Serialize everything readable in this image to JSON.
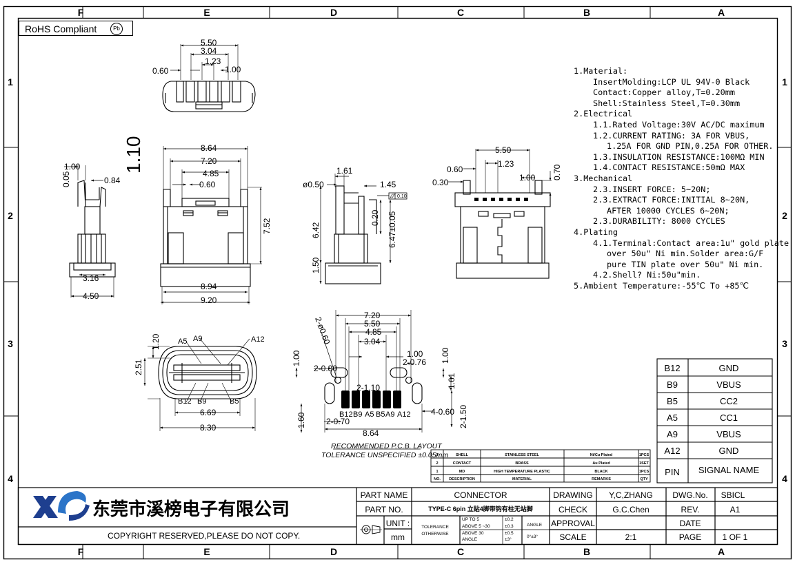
{
  "border": {
    "top_cols": [
      "F",
      "E",
      "D",
      "C",
      "B",
      "A"
    ],
    "side_rows": [
      "1",
      "2",
      "3",
      "4"
    ]
  },
  "rohs": {
    "label": "RoHS Compliant",
    "pb_symbol": "Pb"
  },
  "top_view": {
    "dims": [
      "5.50",
      "3.04",
      "1.23",
      "0.60",
      "1.00"
    ]
  },
  "side_view": {
    "dims": [
      "1.00",
      "0.05",
      "0.84",
      "1.10",
      "4.50",
      "3.16"
    ]
  },
  "front_view": {
    "dims": [
      "8.64",
      "7.20",
      "4.85",
      "0.60",
      "7.52",
      "8.94",
      "9.20"
    ]
  },
  "section_view": {
    "dims": [
      "1.61",
      "ø0.50",
      "1.45",
      "0.10",
      "6.42",
      "0.20",
      "6.47±0.05",
      "1.50"
    ]
  },
  "rear_view": {
    "dims": [
      "5.50",
      "1.23",
      "0.60",
      "0.30",
      "1.00",
      "0.70"
    ]
  },
  "bottom_view": {
    "dims": [
      "1.20",
      "2.51",
      "6.69",
      "8.30"
    ],
    "pins": [
      "A5",
      "A9",
      "A12",
      "B12",
      "B9",
      "B5"
    ]
  },
  "pcb": {
    "dims": [
      "7.20",
      "5.50",
      "4.85",
      "3.04",
      "1.00",
      "2-0.76",
      "1.00",
      "2-0.80",
      "1.00",
      "2-1.10",
      "1.61",
      "2-ø0.60",
      "1.60",
      "2-0.70",
      "8.64",
      "4-0.60",
      "2-1.50"
    ],
    "pin_labels": [
      "B12",
      "B9",
      "A5",
      "B5",
      "A9",
      "A12"
    ],
    "caption": "RECOMMENDED   P.C.B. LAYOUT",
    "tolerance": "TOLERANCE  UNSPECIFIED ±0.05mm"
  },
  "notes": [
    {
      "level": 0,
      "text": "1.Material:"
    },
    {
      "level": 1,
      "text": "InsertMolding:LCP UL 94V-0 Black"
    },
    {
      "level": 1,
      "text": "Contact:Copper alloy,T=0.20mm"
    },
    {
      "level": 1,
      "text": "Shell:Stainless Steel,T=0.30mm"
    },
    {
      "level": 0,
      "text": "2.Electrical"
    },
    {
      "level": 1,
      "text": "1.1.Rated Voltage:30V AC/DC maximum"
    },
    {
      "level": 1,
      "text": "1.2.CURRENT RATING: 3A FOR VBUS,"
    },
    {
      "level": 2,
      "text": "1.25A FOR GND PIN,0.25A FOR OTHER."
    },
    {
      "level": 1,
      "text": "1.3.INSULATION RESISTANCE:100MΩ MIN"
    },
    {
      "level": 1,
      "text": "1.4.CONTACT RESISTANCE:50mΩ MAX"
    },
    {
      "level": 0,
      "text": "3.Mechanical"
    },
    {
      "level": 1,
      "text": "2.3.INSERT FORCE: 5~20N;"
    },
    {
      "level": 1,
      "text": "2.3.EXTRACT FORCE:INITIAL 8~20N,"
    },
    {
      "level": 2,
      "text": "AFTER 10000 CYCLES 6~20N;"
    },
    {
      "level": 1,
      "text": "2.3.DURABILITY: 8000 CYCLES"
    },
    {
      "level": 0,
      "text": "4.Plating"
    },
    {
      "level": 1,
      "text": "4.1.Terminal:Contact area:1u\" gold plate"
    },
    {
      "level": 2,
      "text": "over 50u\" Ni min.Solder area:G/F"
    },
    {
      "level": 2,
      "text": "pure TIN plate over 50u\" Ni min."
    },
    {
      "level": 1,
      "text": "4.2.Shell? Ni:50u\"min."
    },
    {
      "level": 0,
      "text": "5.Ambient Temperature:-55℃ To +85℃"
    }
  ],
  "pin_table": {
    "rows": [
      [
        "B12",
        "GND"
      ],
      [
        "B9",
        "VBUS"
      ],
      [
        "B5",
        "CC2"
      ],
      [
        "A5",
        "CC1"
      ],
      [
        "A9",
        "VBUS"
      ],
      [
        "A12",
        "GND"
      ]
    ],
    "header": [
      "PIN",
      "SIGNAL NAME"
    ]
  },
  "bom": {
    "rows": [
      [
        "3",
        "SHELL",
        "STAINLESS STEEL",
        "Ni/Cu Plated",
        "1PCS"
      ],
      [
        "2",
        "CONTACT",
        "BRASS",
        "Au Plated",
        "1SET"
      ],
      [
        "1",
        "MD",
        "HIGH TEMPERATURE PLASTIC",
        "BLACK",
        "1PCS"
      ]
    ],
    "header": [
      "NO.",
      "DESCRIPTION",
      "MATERIAL",
      "REMARKS",
      "QTY"
    ]
  },
  "title_block": {
    "company": "东莞市溪榜电子有限公司",
    "copyright": "COPYRIGHT RESERVED,PLEASE DO NOT COPY.",
    "part_name_label": "PART NAME",
    "part_name": "CONNECTOR",
    "part_no_label": "PART NO.",
    "part_no": "TYPE-C 6pin 立贴4脚带钩有柱无站脚",
    "unit_label": "UNIT :",
    "unit": "mm",
    "tolerance_label": "TOLERANCE\nOTHERWISE",
    "tol_rows": [
      [
        "UP TO 5",
        "±0.2"
      ],
      [
        "ABOVE 5 ~30",
        "±0.3"
      ],
      [
        "ABOVE 30",
        "±0.5"
      ],
      [
        "ANGLE",
        "±3°"
      ]
    ],
    "angle_label": "ANGLE",
    "angle_value": "0°±3°",
    "drawing_label": "DRAWING",
    "drawing": "Y,C,ZHANG",
    "check_label": "CHECK",
    "check": "G.C.Chen",
    "approval_label": "APPROVAL",
    "approval": "",
    "scale_label": "SCALE",
    "scale": "2:1",
    "dwg_label": "DWG.No.",
    "dwg": "SBICL",
    "rev_label": "REV.",
    "rev": "A1",
    "date_label": "DATE",
    "date": "",
    "page_label": "PAGE",
    "page": "1  OF  1"
  }
}
